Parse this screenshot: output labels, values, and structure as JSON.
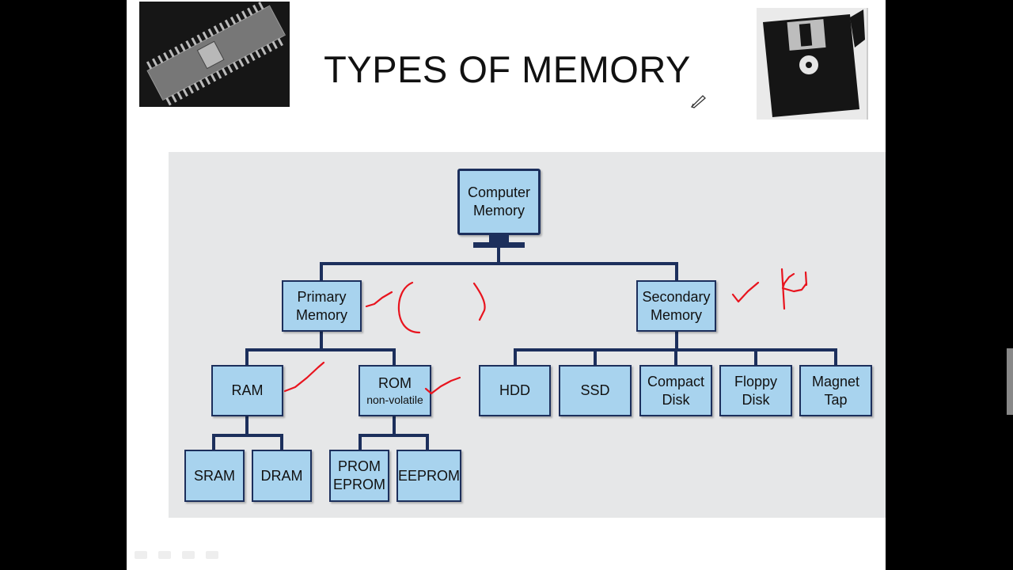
{
  "slide": {
    "title": "TYPES OF MEMORY"
  },
  "diagram": {
    "root": {
      "line1": "Computer",
      "line2": "Memory"
    },
    "primary": {
      "line1": "Primary",
      "line2": "Memory"
    },
    "secondary": {
      "line1": "Secondary",
      "line2": "Memory"
    },
    "ram": {
      "label": "RAM"
    },
    "rom": {
      "line1": "ROM",
      "line2": "non-volatile"
    },
    "sram": {
      "label": "SRAM"
    },
    "dram": {
      "label": "DRAM"
    },
    "prom": {
      "line1": "PROM",
      "line2": "EPROM"
    },
    "eeprom": {
      "label": "EEPROM"
    },
    "hdd": {
      "label": "HDD"
    },
    "ssd": {
      "label": "SSD"
    },
    "compact": {
      "line1": "Compact",
      "line2": "Disk"
    },
    "floppy": {
      "line1": "Floppy",
      "line2": "Disk"
    },
    "magnet": {
      "line1": "Magnet",
      "line2": "Tap"
    }
  },
  "colors": {
    "node_fill": "#a8d3ee",
    "node_border": "#1c2f5c",
    "annotation": "#e8141e"
  }
}
